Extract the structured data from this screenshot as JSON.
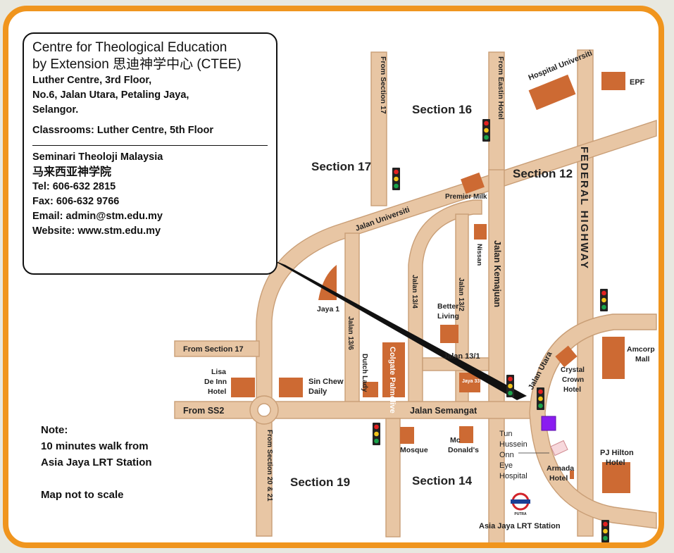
{
  "info": {
    "org_line1": "Centre for Theological Education",
    "org_line2": "by Extension 思迪神学中心 (CTEE)",
    "address_line1": "Luther Centre, 3rd Floor,",
    "address_line2": "No.6, Jalan Utara, Petaling Jaya,",
    "address_line3": "Selangor.",
    "classrooms": "Classrooms: Luther Centre,  5th Floor",
    "seminary_en": "Seminari Theoloji Malaysia",
    "seminary_zh": "马来西亚神学院",
    "tel": "Tel: 606-632 2815",
    "fax": "Fax: 606-632 9766",
    "email": "Email: admin@stm.edu.my",
    "website": "Website: www.stm.edu.my"
  },
  "note": {
    "title": "Note:",
    "line1": "10 minutes walk from",
    "line2": "Asia Jaya LRT Station",
    "line3": "Map not to scale"
  },
  "sections": {
    "s16": "Section 16",
    "s17": "Section 17",
    "s12": "Section 12",
    "s19": "Section 19",
    "s14": "Section 14"
  },
  "roads": {
    "from_section_17_top": "From Section 17",
    "from_eastin": "From Eastin Hotel",
    "federal_highway": "FEDERAL HIGHWAY",
    "jalan_universiti": "Jalan Universiti",
    "jalan_kemajuan": "Jalan Kemajuan",
    "jalan_13_4": "Jalan 13/4",
    "jalan_13_2": "Jalan 13/2",
    "jalan_13_6": "Jalan 13/6",
    "jalan_13_1": "Jalan 13/1",
    "jalan_semangat": "Jalan Semangat",
    "jalan_utara": "Jalan Utara",
    "from_section_17_left": "From Section 17",
    "from_ss2": "From SS2",
    "from_section_20": "From Section 20 & 21"
  },
  "places": {
    "hospital": "Hospital Universiti",
    "epf": "EPF",
    "premier_milk": "Premier Milk",
    "nissan": "Nissan",
    "jaya1": "Jaya 1",
    "better_living_1": "Better",
    "better_living_2": "Living",
    "colgate": "Colgate Palmolive",
    "dutch_lady": "Dutch Lady",
    "jaya33": "Jaya 33",
    "lisa_1": "Lisa",
    "lisa_2": "De Inn",
    "lisa_3": "Hotel",
    "sinchew_1": "Sin Chew",
    "sinchew_2": "Daily",
    "amcorp_1": "Amcorp",
    "amcorp_2": "Mall",
    "crystal_1": "Crystal",
    "crystal_2": "Crown",
    "crystal_3": "Hotel",
    "mosque": "Mosque",
    "mcd_1": "Mc",
    "mcd_2": "Donald's",
    "tun_1": "Tun",
    "tun_2": "Hussein",
    "tun_3": "Onn",
    "tun_4": "Eye",
    "tun_5": "Hospital",
    "armada_1": "Armada",
    "armada_2": "Hotel",
    "pjhilton_1": "PJ Hilton",
    "pjhilton_2": "Hotel",
    "lrt_station": "Asia Jaya LRT Station",
    "putra": "PUTRA"
  },
  "colors": {
    "frame": "#f0951e",
    "road": "#e8c6a4",
    "building": "#cd6a33",
    "destination": "#8a1cf0",
    "lrt": "#d2232a"
  }
}
